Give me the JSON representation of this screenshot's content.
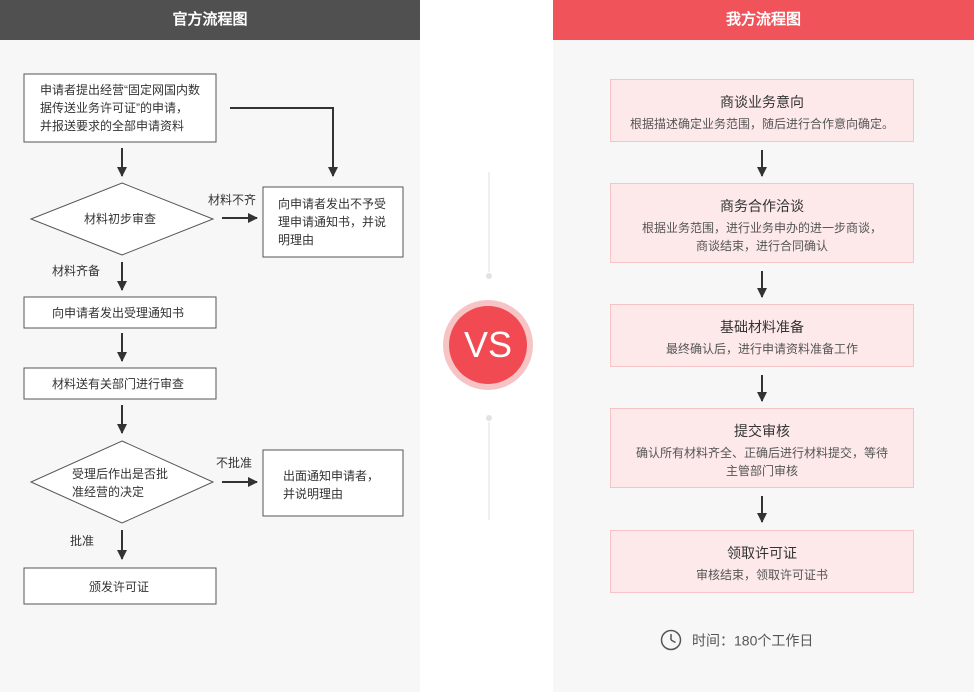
{
  "left": {
    "title": "官方流程图",
    "apply_lines": [
      "申请者提出经营“固定网国内数",
      "据传送业务许可证”的申请，",
      "并报送要求的全部申请资料"
    ],
    "review": "材料初步审查",
    "incomplete_label": "材料不齐",
    "reject_lines": [
      "向申请者发出不予受",
      "理申请通知书，并说",
      "明理由"
    ],
    "complete_label": "材料齐备",
    "accept": "向申请者发出受理通知书",
    "dept": "材料送有关部门进行审查",
    "decision_lines": [
      "受理后作出是否批",
      "准经营的决定"
    ],
    "not_approved_label": "不批准",
    "notify_lines": [
      "出面通知申请者，",
      "并说明理由"
    ],
    "approved_label": "批准",
    "issue": "颁发许可证"
  },
  "vs": "VS",
  "right": {
    "title": "我方流程图",
    "steps": [
      {
        "title": "商谈业务意向",
        "desc_lines": [
          "根据描述确定业务范围，随后进行合作意向确定。"
        ]
      },
      {
        "title": "商务合作洽谈",
        "desc_lines": [
          "根据业务范围，进行业务申办的进一步商谈，",
          "商谈结束，进行合同确认"
        ]
      },
      {
        "title": "基础材料准备",
        "desc_lines": [
          "最终确认后，进行申请资料准备工作"
        ]
      },
      {
        "title": "提交审核",
        "desc_lines": [
          "确认所有材料齐全、正确后进行材料提交，等待",
          "主管部门审核"
        ]
      },
      {
        "title": "领取许可证",
        "desc_lines": [
          "审核结束，领取许可证书"
        ]
      }
    ],
    "time_text": "时间：180个工作日"
  },
  "colors": {
    "left_header": "#505050",
    "right_header": "#f0535a",
    "card_bg": "#fde9ea",
    "vs_red": "#f24a52"
  }
}
